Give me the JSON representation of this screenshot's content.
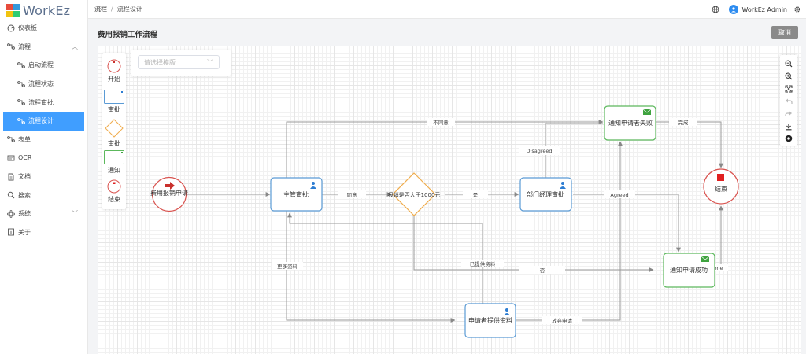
{
  "app": {
    "name": "WorkEz"
  },
  "header": {
    "breadcrumb": [
      "流程",
      "流程设计"
    ],
    "user": "WorkEz Admin"
  },
  "sidebar": {
    "items": [
      {
        "label": "仪表板",
        "icon": "dashboard-icon",
        "level": 0
      },
      {
        "label": "流程",
        "icon": "flow-icon",
        "level": 0,
        "expanded": true
      },
      {
        "label": "启动流程",
        "icon": "flow-icon",
        "level": 1
      },
      {
        "label": "流程状态",
        "icon": "flow-icon",
        "level": 1
      },
      {
        "label": "流程审批",
        "icon": "flow-icon",
        "level": 1
      },
      {
        "label": "流程设计",
        "icon": "flow-icon",
        "level": 1,
        "active": true
      },
      {
        "label": "表单",
        "icon": "flow-icon",
        "level": 0
      },
      {
        "label": "OCR",
        "icon": "ocr-icon",
        "level": 0
      },
      {
        "label": "文档",
        "icon": "document-icon",
        "level": 0
      },
      {
        "label": "搜索",
        "icon": "search-icon",
        "level": 0
      },
      {
        "label": "系统",
        "icon": "system-icon",
        "level": 0,
        "expandable": true
      },
      {
        "label": "关于",
        "icon": "info-icon",
        "level": 0
      }
    ]
  },
  "page": {
    "title": "费用报销工作流程",
    "cancel_label": "取消"
  },
  "palette": {
    "items": [
      {
        "label": "开始",
        "icon": "start-event-icon"
      },
      {
        "label": "审批",
        "icon": "user-task-icon"
      },
      {
        "label": "审批",
        "icon": "gateway-icon"
      },
      {
        "label": "通知",
        "icon": "notify-task-icon"
      },
      {
        "label": "结束",
        "icon": "end-event-icon"
      }
    ]
  },
  "template_select": {
    "placeholder": "请选择模版"
  },
  "toolbar": {
    "icons": [
      "zoom-out-icon",
      "zoom-in-icon",
      "fit-view-icon",
      "undo-icon",
      "redo-icon",
      "download-icon",
      "save-icon"
    ]
  },
  "flow": {
    "nodes": {
      "start": "费用报销申请",
      "manager": "主管审批",
      "gateway": "报销是否大于1000元",
      "dept": "部门经理审批",
      "notify_fail": "通知申请者失败",
      "notify_ok": "通知申请成功",
      "applicant": "申请者提供资料",
      "end": "结束"
    },
    "edges": {
      "reject": "不同意",
      "agree": "同意",
      "yes": "是",
      "no": "否",
      "disagreed": "Disagreed",
      "agreed": "Agreed",
      "complete": "完成",
      "done": "Done",
      "more_info": "更多资料",
      "info_provided": "已提供资料",
      "give_up": "放弃申请"
    }
  },
  "colors": {
    "accent": "#409eff",
    "start": "#d9534f",
    "task": "#5b9bd5",
    "gateway": "#f0ad4e",
    "notify": "#5cb85c",
    "end_fill": "#e02020"
  }
}
